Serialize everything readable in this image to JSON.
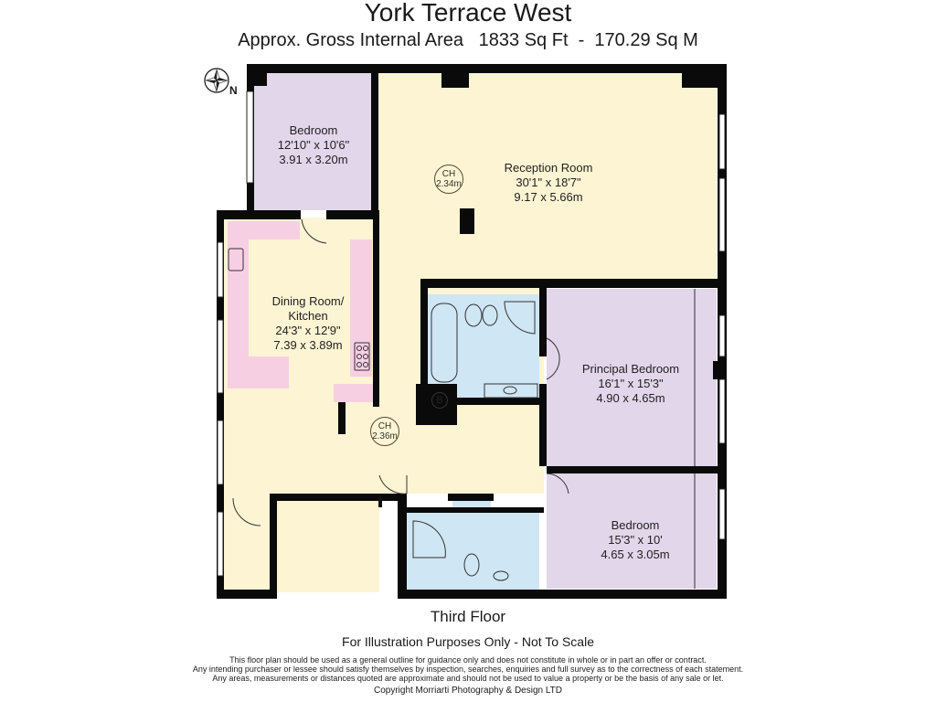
{
  "header": {
    "title": "York Terrace West",
    "subtitle": "Approx. Gross Internal Area   1833 Sq Ft  -  170.29 Sq M"
  },
  "compass": {
    "label": "N",
    "icon": "compass-rose-icon"
  },
  "colors": {
    "walls": "#0a0a0a",
    "living": "#fdf4d3",
    "bedroom": "#e2d6ea",
    "kitchen_units": "#f7cfe3",
    "bathroom": "#cfe6f4"
  },
  "rooms": [
    {
      "name": "Bedroom",
      "imperial": "12'10\" x 10'6\"",
      "metric": "3.91 x 3.20m",
      "type": "bedroom"
    },
    {
      "name": "Reception Room",
      "imperial": "30'1\" x 18'7\"",
      "metric": "9.17 x 5.66m",
      "type": "living"
    },
    {
      "name": "Dining Room/",
      "name2": "Kitchen",
      "imperial": "24'3\" x 12'9\"",
      "metric": "7.39 x 3.89m",
      "type": "living"
    },
    {
      "name": "Principal Bedroom",
      "imperial": "16'1\" x 15'3\"",
      "metric": "4.90 x 4.65m",
      "type": "bedroom"
    },
    {
      "name": "Bedroom",
      "imperial": "15'3\" x 10'",
      "metric": "4.65 x 3.05m",
      "type": "bedroom"
    }
  ],
  "ceiling_heights": [
    {
      "label": "CH",
      "value": "2.34m"
    },
    {
      "label": "CH",
      "value": "2.36m"
    }
  ],
  "boiler_marker": "B",
  "footer": {
    "floor": "Third Floor",
    "illustration_note": "For Illustration Purposes Only - Not To Scale",
    "disclaimer": [
      "This floor plan should be used as a general outline for guidance only and does not constitute in whole or in part an offer or contract.",
      "Any intending purchaser or lessee should satisfy themselves by inspection, searches, enquiries and full survey as to the correctness of each statement.",
      "Any areas, measurements or distances quoted are approximate and should not be used to value a property or be the basis of any sale or let."
    ],
    "copyright": "Copyright Morriarti Photography & Design LTD"
  }
}
